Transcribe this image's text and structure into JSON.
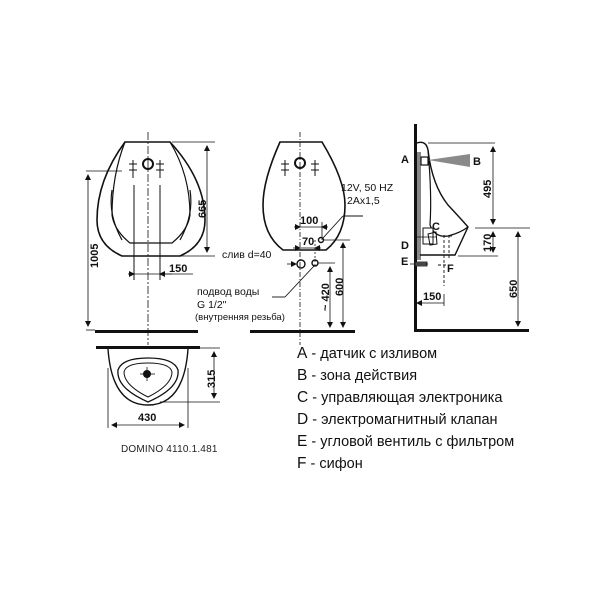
{
  "front_view": {
    "dim_height_total": "1005",
    "dim_height_bowl": "665",
    "dim_width_pipes": "150"
  },
  "rear_view": {
    "power_label_line1": "12V, 50 HZ",
    "power_label_line2": "2Ax1,5",
    "dim_offset_100": "100",
    "dim_offset_70": "70",
    "drain_label": "слив d=40",
    "water_supply_line1": "подвод воды",
    "water_supply_line2": "G 1/2\"",
    "water_supply_line3": "(внутренняя резьба)",
    "dim_supply_height": "~ 420",
    "dim_drain_height": "600"
  },
  "side_view": {
    "label_a": "A",
    "label_b": "B",
    "label_c": "C",
    "label_d": "D",
    "label_e": "E",
    "label_f": "F",
    "dim_top": "495",
    "dim_mid": "170",
    "dim_rim_height": "650",
    "dim_wall_offset": "150"
  },
  "top_view": {
    "dim_depth": "315",
    "dim_width": "430"
  },
  "model_label": "DOMINO 4110.1.481",
  "legend": [
    {
      "key": "A",
      "text": " - датчик с изливом"
    },
    {
      "key": "B",
      "text": " - зона действия"
    },
    {
      "key": "C",
      "text": " - управляющая электроника"
    },
    {
      "key": "D",
      "text": " - электромагнитный клапан"
    },
    {
      "key": "E",
      "text": " - угловой вентиль с фильтром"
    },
    {
      "key": "F",
      "text": " - сифон"
    }
  ],
  "colors": {
    "line": "#111111",
    "sensor_beam": "#8a8a8a",
    "background": "#ffffff"
  }
}
